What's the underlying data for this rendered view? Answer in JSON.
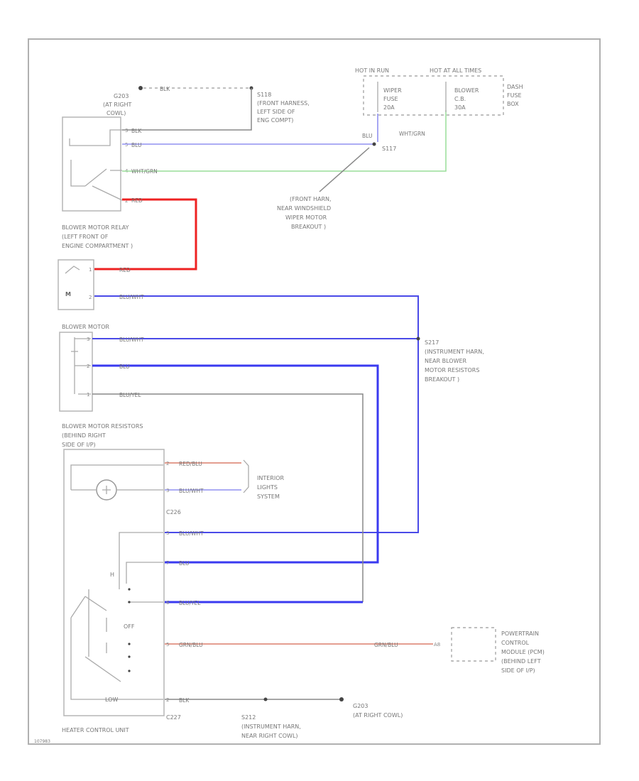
{
  "colors": {
    "border": "#b5b5b5",
    "blue": "#4a4ae8",
    "red": "#ee2222",
    "green": "#99dd99",
    "orange": "#e09080",
    "gray": "#888888"
  },
  "labels": {
    "g203_top": [
      "G203",
      "(AT RIGHT",
      "COWL)"
    ],
    "s118": [
      "S118",
      "(FRONT HARNESS,",
      "LEFT SIDE OF",
      "ENG COMPT)"
    ],
    "hot_in_run": "HOT IN RUN",
    "hot_at_all_times": "HOT AT ALL TIMES",
    "wiper_fuse": [
      "WIPER",
      "FUSE",
      "20A"
    ],
    "blower_cb": [
      "BLOWER",
      "C.B.",
      "30A"
    ],
    "dash_fuse_box": [
      "DASH",
      "FUSE",
      "BOX"
    ],
    "s117": "S117",
    "s117_desc": [
      "(FRONT HARN,",
      "NEAR WINDSHIELD",
      "WIPER MOTOR",
      "BREAKOUT )"
    ],
    "blower_relay": [
      "BLOWER MOTOR RELAY",
      "(LEFT FRONT OF",
      "ENGINE COMPARTMENT )"
    ],
    "blower_motor": "BLOWER MOTOR",
    "s217": [
      "S217",
      "(INSTRUMENT HARN,",
      "NEAR BLOWER",
      "MOTOR RESISTORS",
      "BREAKOUT )"
    ],
    "resistors": [
      "BLOWER MOTOR RESISTORS",
      "(BEHIND RIGHT",
      "SIDE OF I/P)"
    ],
    "interior_lights": [
      "INTERIOR",
      "LIGHTS",
      "SYSTEM"
    ],
    "c226": "C226",
    "c227": "C227",
    "off": "OFF",
    "pcm": [
      "POWERTRAIN",
      "CONTROL",
      "MODULE (PCM)",
      "(BEHIND LEFT",
      "SIDE OF I/P)"
    ],
    "s212": [
      "S212",
      "(INSTRUMENT HARN,",
      "NEAR RIGHT COWL)"
    ],
    "g203_bottom": [
      "G203",
      "(AT RIGHT COWL)"
    ],
    "heater_control": "HEATER CONTROL UNIT",
    "corner_code": "107983",
    "ml": "M"
  },
  "wires": {
    "blk_top": "BLK",
    "blk_a": "BLK",
    "blu_a": "BLU",
    "wht_grn": "WHT/GRN",
    "red_a": "RED",
    "blu_fuse": "BLU",
    "wht_grn_fuse": "WHT/GRN",
    "red_b": "RED",
    "blu_wht_a": "BLU/WHT",
    "blu_wht_b": "BLU/WHT",
    "blu_b": "BLU",
    "blu_yel_a": "BLU/YEL",
    "red_blu": "RED/BLU",
    "blu_wht_c": "BLU/WHT",
    "blu_wht_d": "BLU/WHT",
    "blu_c": "BLU",
    "blu_yel_b": "BLU/YEL",
    "grn_blu_a": "GRN/BLU",
    "grn_blu_b": "GRN/BLU",
    "blk_b": "BLK"
  },
  "pins": {
    "relay_1": "3",
    "relay_2": "5",
    "relay_3": "4",
    "relay_4": "2",
    "relay2_1": "1",
    "relay2_2": "2",
    "motor_1": "3",
    "motor_2": "2",
    "motor_3": "1",
    "c226_a": "2",
    "c226_b": "3",
    "c227_a": "3",
    "c227_b": "7",
    "c227_c": "6",
    "c227_d": "5",
    "c227_e": "2",
    "pcm_pin": "A8"
  }
}
